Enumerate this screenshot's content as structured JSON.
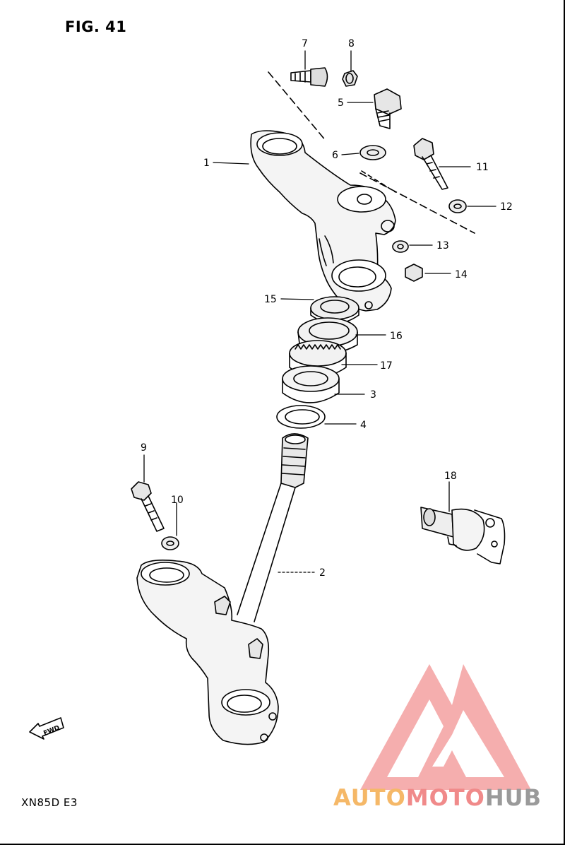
{
  "figure": {
    "title": "FIG. 41",
    "model_code": "XN85D E3"
  },
  "callouts": [
    "1",
    "2",
    "3",
    "4",
    "5",
    "6",
    "7",
    "8",
    "9",
    "10",
    "11",
    "12",
    "13",
    "14",
    "15",
    "16",
    "17",
    "18"
  ],
  "direction_marker": {
    "label": "FWD",
    "icon": "fwd-arrow-icon"
  },
  "watermark": {
    "parts": [
      "AUTO",
      "MOTO",
      "HUB"
    ],
    "colors": {
      "auto": "#f5b868",
      "moto": "#f08a8a",
      "hub": "#9a9a9a",
      "logo": "#f28f8f"
    }
  }
}
